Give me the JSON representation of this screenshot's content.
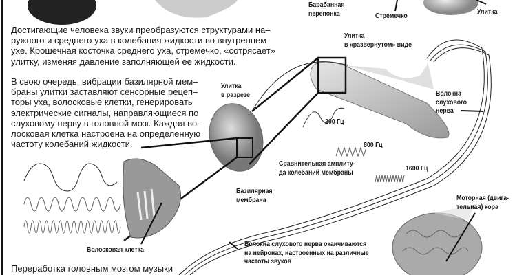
{
  "paragraphs": {
    "p1": [
      "Достигающие человека звуки преобразуются структурами на–",
      "ружного и среднего уха в колебания жидкости во внутреннем",
      "ухе. Крошечная косточка среднего уха, стремечко, «сотрясает»",
      "улитку, изменяя давление заполняющей ее жидкости."
    ],
    "p2": [
      "В свою очередь, вибрации базилярной мем–",
      "браны улитки заставляют сенсорные рецеп–",
      "торы уха, волосковые клетки, генерировать",
      "электрические сигналы, направляющиеся по",
      "слуховому нерву в головной мозг. Каждая во–",
      "лосковая клетка настроена на определенную",
      "частоту колебаний жидкости."
    ],
    "p3": "Переработка головным мозгом музыки"
  },
  "labels": {
    "eardrum": [
      "Барабанная",
      "перепонка"
    ],
    "stapes": "Стремечко",
    "cochlea": "Улитка",
    "cochlea_unrolled": [
      "Улитка",
      "в «развернутом» виде"
    ],
    "cochlea_section": [
      "Улитка",
      "в разрезе"
    ],
    "nerve_fibers": [
      "Волокна",
      "слухового",
      "нерва"
    ],
    "f200": "200 Гц",
    "f800": "800 Гц",
    "f1600": "1600 Гц",
    "amplitude": [
      "Сравнительная амплиту-",
      "да колебаний мембраны"
    ],
    "basilar": [
      "Базилярная",
      "мембрана"
    ],
    "motor_cortex": [
      "Моторная (двига-",
      "тельная) кора"
    ],
    "hair_cell": "Волосковая клетка",
    "nerve_end": [
      "Волокна слухового нерва оканчиваются",
      "на нейронах, настроенных на различные",
      "частоты звуков"
    ]
  }
}
